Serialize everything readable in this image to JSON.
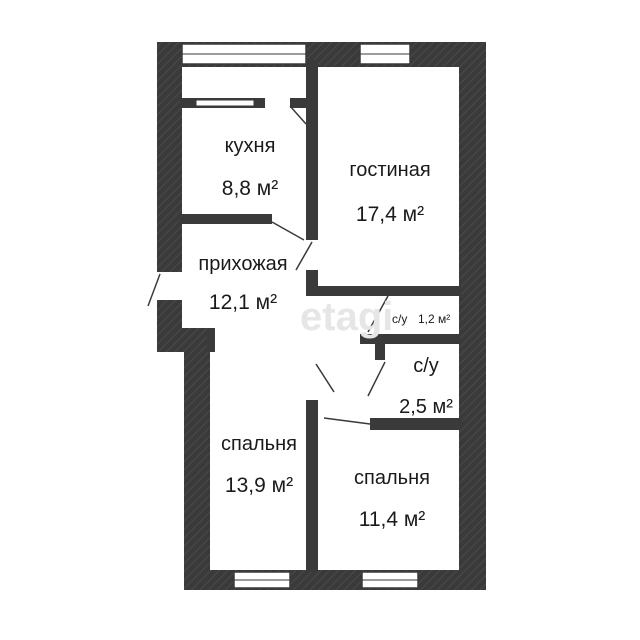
{
  "rooms": {
    "kitchen": {
      "name": "кухня",
      "area": "8,8 м²"
    },
    "living": {
      "name": "гостиная",
      "area": "17,4 м²"
    },
    "hall": {
      "name": "прихожая",
      "area": "12,1 м²"
    },
    "wc_small": {
      "name": "с/у",
      "area": "1,2 м²"
    },
    "wc": {
      "name": "с/у",
      "area": "2,5 м²"
    },
    "bed1": {
      "name": "спальня",
      "area": "13,9 м²"
    },
    "bed2": {
      "name": "спальня",
      "area": "11,4 м²"
    }
  },
  "watermark": "etagi",
  "colors": {
    "wall": "#3a3a3a",
    "floor": "#ffffff",
    "hatch": "#555555"
  }
}
